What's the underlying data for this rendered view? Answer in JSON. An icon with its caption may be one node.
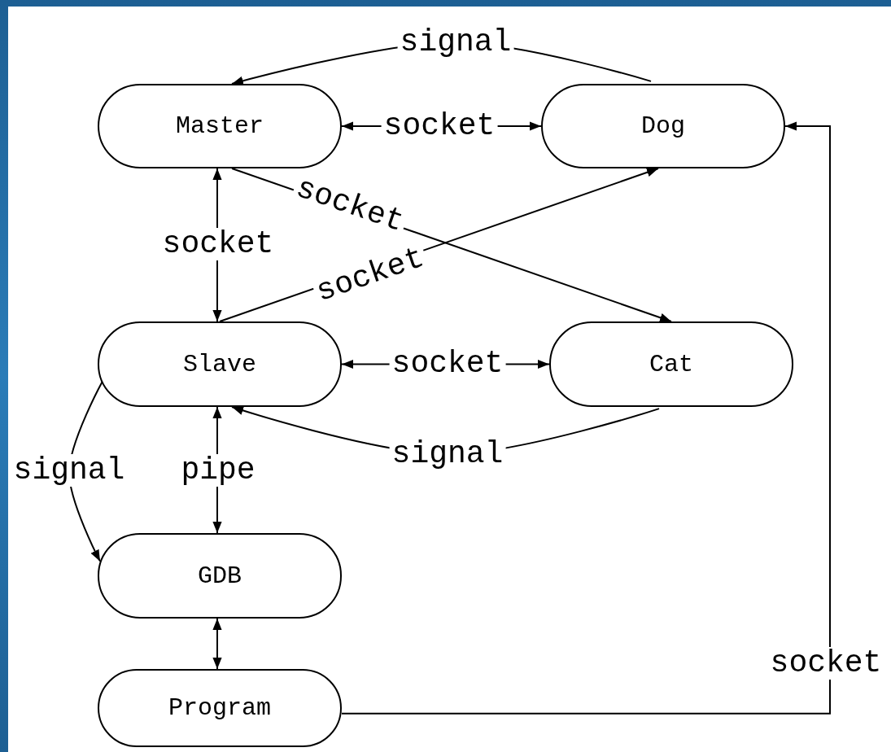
{
  "diagram": {
    "nodes": [
      {
        "text": [
          "Master"
        ]
      },
      {
        "text": [
          "Dog"
        ]
      },
      {
        "text": [
          "Slave"
        ]
      },
      {
        "text": [
          "Cat"
        ]
      },
      {
        "text": [
          "GDB"
        ]
      },
      {
        "text": [
          "Program"
        ]
      }
    ],
    "edges": [
      {
        "from": 1,
        "to": 0,
        "arrow": "to",
        "label": "signal"
      },
      {
        "from": 0,
        "to": 1,
        "arrow": "both",
        "label": "socket"
      },
      {
        "from": 0,
        "to": 2,
        "arrow": "both",
        "label": "socket"
      },
      {
        "from": 0,
        "to": 3,
        "arrow": "to",
        "label": "socket"
      },
      {
        "from": 2,
        "to": 1,
        "arrow": "to",
        "label": "socket"
      },
      {
        "from": 2,
        "to": 3,
        "arrow": "both",
        "label": "socket"
      },
      {
        "from": 3,
        "to": 2,
        "arrow": "to",
        "label": "signal"
      },
      {
        "from": 2,
        "to": 4,
        "arrow": "to",
        "label": "signal"
      },
      {
        "from": 2,
        "to": 4,
        "arrow": "both",
        "label": "pipe"
      },
      {
        "from": 4,
        "to": 5,
        "arrow": "both"
      },
      {
        "from": 5,
        "to": 1,
        "arrow": "to",
        "label": "socket"
      }
    ]
  }
}
